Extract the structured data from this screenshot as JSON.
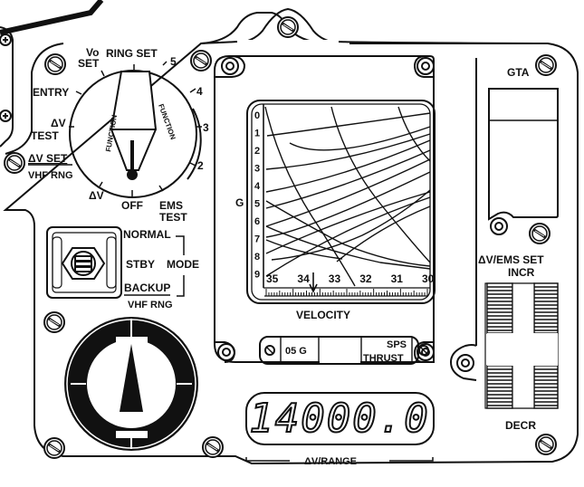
{
  "panel": {
    "name": "Entry Monitor System Panel",
    "ink_color": "#111111",
    "paper_color": "#ffffff"
  },
  "function_switch": {
    "labels": {
      "vo_set": "Vo",
      "set": "SET",
      "ring_set": "RING SET",
      "entry": "ENTRY",
      "dv_test_1": "ΔV",
      "dv_test_2": "TEST",
      "dv_set": "ΔV SET",
      "vhf_rng": "VHF RNG",
      "dv": "ΔV",
      "off": "OFF",
      "ems_test_1": "EMS",
      "ems_test_2": "TEST",
      "pos_5": "5",
      "pos_4": "4",
      "pos_3": "3",
      "pos_2": "2",
      "knob_left": "FUNCTION",
      "knob_right": "FUNCTION"
    },
    "selected": "OFF"
  },
  "mode_switch": {
    "normal": "NORMAL",
    "stby": "STBY",
    "mode": "MODE",
    "backup": "BACKUP",
    "vhf_rng": "VHF RNG"
  },
  "g_v_plot": {
    "g_label": "G",
    "velocity_label": "VELOCITY",
    "g_ticks": [
      "0",
      "1",
      "2",
      "3",
      "4",
      "5",
      "6",
      "7",
      "8",
      "9"
    ],
    "velocity_ticks": [
      "35",
      "34",
      "33",
      "32",
      "31",
      "30"
    ]
  },
  "indicator_strip": {
    "05g": "05 G",
    "sps_1": "SPS",
    "sps_2": "THRUST"
  },
  "gta": {
    "label": "GTA"
  },
  "dv_ems_set": {
    "title": "ΔV/EMS SET",
    "incr": "INCR",
    "decr": "DECR"
  },
  "counter": {
    "value": "14000.0",
    "label": "ΔV/RANGE"
  }
}
